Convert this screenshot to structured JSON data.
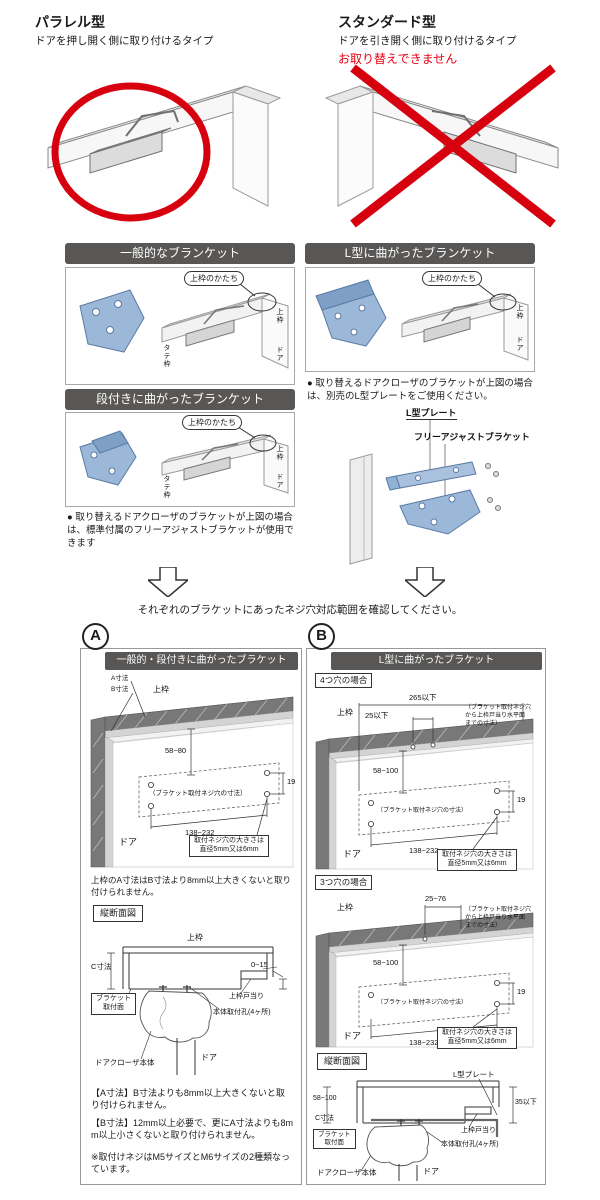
{
  "top": {
    "parallel_title": "パラレル型",
    "parallel_subtitle": "ドアを押し開く側に取り付けるタイプ",
    "standard_title": "スタンダード型",
    "standard_subtitle": "ドアを引き開く側に取り付けるタイプ",
    "warning": "お取り替えできません"
  },
  "common": {
    "top_frame": "上枠",
    "door": "ドア",
    "tate_frame": "タテ枠",
    "shape_callout": "上枠のかたち",
    "screw_note": "（ブラケット取付ネジ穴の寸法）",
    "hole_size_1": "取付ネジ穴の大きさは",
    "hole_size_2": "直径5mm又は6mm",
    "section_title": "縦断面図",
    "c_dim": "C寸法",
    "bracket_face_1": "ブラケット",
    "bracket_face_2": "取付面",
    "stopper": "上枠戸当り",
    "body_holes": "本体取付孔(4ヶ所)",
    "closer_body": "ドアクローザ本体"
  },
  "brackets": {
    "general_header": "一般的なブランケット",
    "stepped_header": "段付きに曲がったブランケット",
    "l_header": "L型に曲がったブランケット",
    "left_note": "● 取り替えるドアクローザのブラケットが上図の場合は、標準付属のフリーアジャストブラケットが使用できます",
    "right_note": "● 取り替えるドアクローザのブラケットが上図の場合は、別売のL型プレートをご使用ください。",
    "l_plate": "L型プレート",
    "free_adjust": "フリーアジャストブラケット"
  },
  "check_text": "それぞれのブラケットにあったネジ穴対応範囲を確認してください。",
  "panel_a": {
    "badge": "A",
    "header": "一般的・段付きに曲がったブラケット",
    "dim_a": "A寸法",
    "dim_b": "B寸法",
    "dim_5880": "58~80",
    "dim_19": "19",
    "dim_138232": "138~232",
    "dim_015": "0~15",
    "note": "上枠のA寸法はB寸法より8mm以上大きくないと取り付けられません。",
    "notes": [
      "【A寸法】B寸法よりも8mm以上大きくないと取り付けられません。",
      "【B寸法】12mm以上必要で、更にA寸法よりも8mm以上小さくないと取り付けられません。",
      "※取付けネジはM5サイズとM6サイズの2種類なっています。"
    ]
  },
  "panel_b": {
    "badge": "B",
    "header": "L型に曲がったブラケット",
    "four_hole_label": "4つ穴の場合",
    "three_hole_label": "3つ穴の場合",
    "dim_265": "265以下",
    "dim_25": "25以下",
    "dim_2576": "25~76",
    "dim_58100": "58~100",
    "dim_19": "19",
    "dim_138232": "138~232",
    "side_note_1": "（ブラケット取付ネジ穴",
    "side_note_2": "から上枠戸当り水平面",
    "side_note_3": "までの寸法）",
    "dim_35": "35以下",
    "l_plate": "L型プレート"
  }
}
